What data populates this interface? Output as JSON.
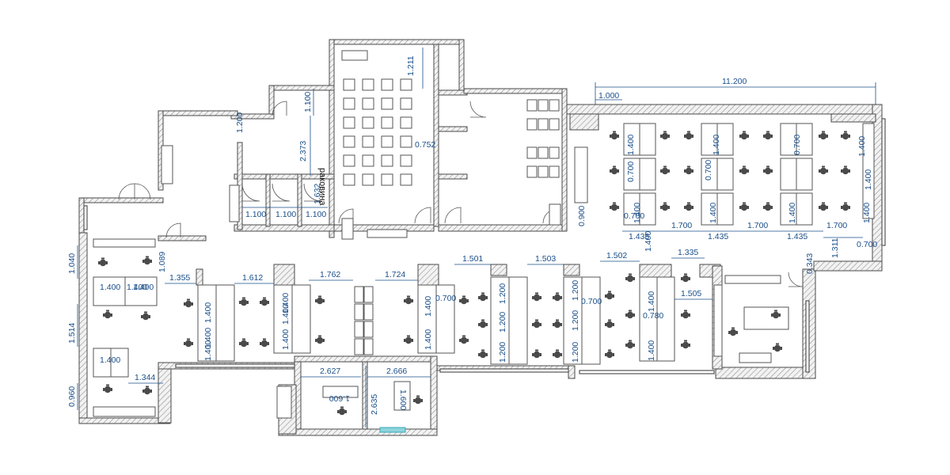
{
  "colors": {
    "dimension": "#1a4f8a",
    "wall_stroke": "#4a4a4a",
    "furniture": "#555555",
    "chair": "#4a4a4a",
    "glass": "#3aa8b8"
  },
  "room_labels": {
    "restroom": "раковина"
  },
  "dimensions": {
    "overall_width": "11.200",
    "top_room_1000": "1.000",
    "right_1400_a": "1.400",
    "right_0700_a": "0.700",
    "right_1400_b": "1.400",
    "right_0700_b": "0.700",
    "right_1400_c": "1.400",
    "right_1400_d": "1.400",
    "right_1400_e": "1.400",
    "right_1400_f": "1.400",
    "right_1400_g": "1.400",
    "right_1400_h": "1.400",
    "right_0700_c": "0.700",
    "right_1700_a": "1.700",
    "right_1700_b": "1.700",
    "right_1700_c": "1.700",
    "right_1435_a": "1.435",
    "right_1435_b": "1.435",
    "right_1435_c": "1.435",
    "right_0700_d": "0.700",
    "right_0700_e": "0.700",
    "right_1311": "1.311",
    "right_0343": "0.343",
    "right_0900": "0.900",
    "conf_1211": "1.211",
    "conf_0752": "0.752",
    "wc_1100_top": "1.100",
    "wc_2373": "2.373",
    "wc_1200": "1.200",
    "wc_1632": "1.632",
    "wc_1100_a": "1.100",
    "wc_1100_b": "1.100",
    "wc_1100_c": "1.100",
    "left_1040": "1.040",
    "left_1089": "1.089",
    "left_1514": "1.514",
    "left_0960": "0.960",
    "left_1400_a": "1.400",
    "left_1400_b": "1.400",
    "left_1400_c": "1.400",
    "left_1355": "1.355",
    "left_1344": "1.344",
    "mid_1612": "1.612",
    "mid_1762": "1.762",
    "mid_1724": "1.724",
    "mid_1501": "1.501",
    "mid_1503": "1.503",
    "mid_1502": "1.502",
    "mid_1335": "1.335",
    "mid_1505": "1.505",
    "mid_1400_a": "1.400",
    "mid_1400_b": "1.400",
    "mid_1400_c": "1.400",
    "mid_1400_d": "1.400",
    "mid_1400_e": "1.400",
    "mid_1400_f": "1.400",
    "mid_1400_g": "1.400",
    "mid_1400_h": "1.400",
    "mid_1400_i": "1.400",
    "mid_1400_j": "1.400",
    "mid_1400_k": "1.400",
    "mid_1400_l": "1.400",
    "mid_1200_a": "1.200",
    "mid_1200_b": "1.200",
    "mid_1200_c": "1.200",
    "mid_1200_d": "1.200",
    "mid_1200_e": "1.200",
    "mid_1200_f": "1.200",
    "mid_0700_a": "0.700",
    "mid_0700_b": "0.700",
    "mid_0780": "0.780",
    "bottom_2627": "2.627",
    "bottom_2666": "2.666",
    "bottom_2635": "2.635",
    "bottom_1600_a": "1.600",
    "bottom_1600_b": "1.600"
  }
}
